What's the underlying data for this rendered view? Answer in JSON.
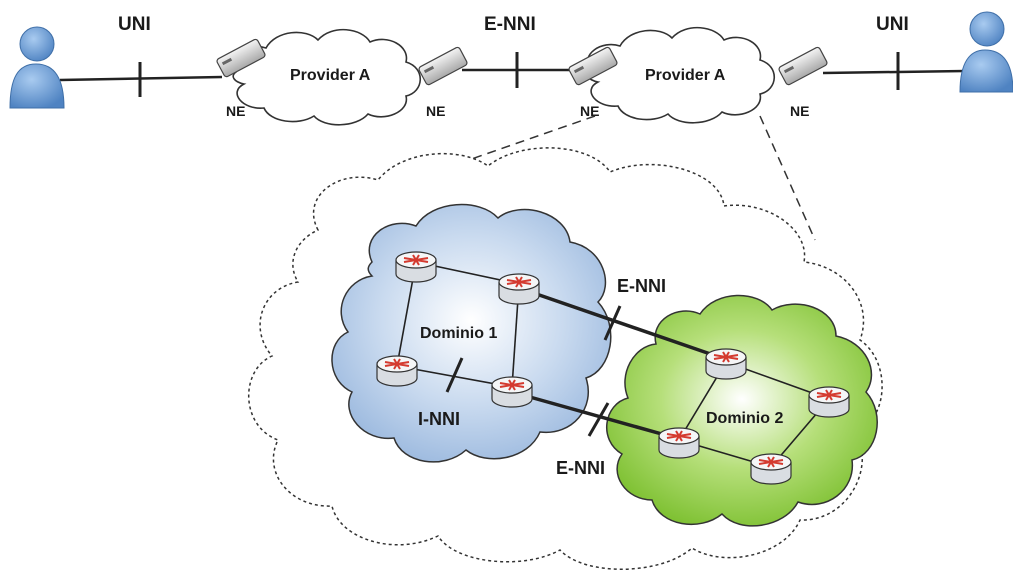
{
  "labels": {
    "uni_left": "UNI",
    "uni_right": "UNI",
    "enni_top": "E-NNI",
    "provider_left": "Provider A",
    "provider_right": "Provider A",
    "ne": "NE",
    "enni_upper": "E-NNI",
    "enni_lower": "E-NNI",
    "inni": "I-NNI",
    "domain1": "Dominio 1",
    "domain2": "Dominio 2"
  },
  "colors": {
    "user": "#6a9bd1",
    "domain1_fill": "#a9c4e4",
    "domain2_fill": "#8cc63f",
    "router": "#eef0f2",
    "router_arrow": "#d43a2f"
  }
}
